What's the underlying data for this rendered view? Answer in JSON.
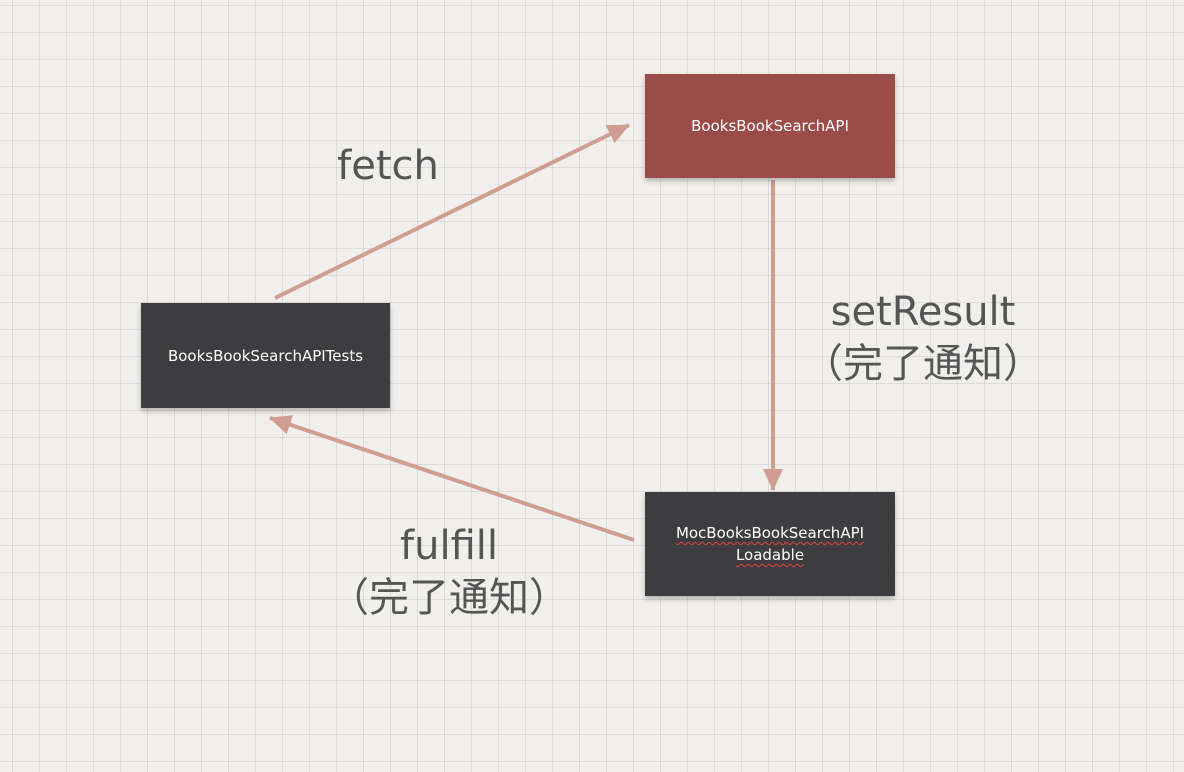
{
  "nodes": {
    "api": {
      "label": "BooksBookSearchAPI"
    },
    "tests": {
      "label": "BooksBookSearchAPITests"
    },
    "mock": {
      "line1": "MocBooksBookSearchAPI",
      "line2": "Loadable"
    }
  },
  "edges": {
    "fetch": {
      "label": "fetch"
    },
    "set_result": {
      "line1": "setResult",
      "line2": "（完了通知）"
    },
    "fulfill": {
      "line1": "fulfill",
      "line2": "（完了通知）"
    }
  },
  "colors": {
    "api_box": "#9b4c48",
    "dark_box": "#3d3c3f",
    "arrow": "#cf9d92",
    "label_text": "#555555",
    "spellcheck_underline": "#e0463a"
  }
}
